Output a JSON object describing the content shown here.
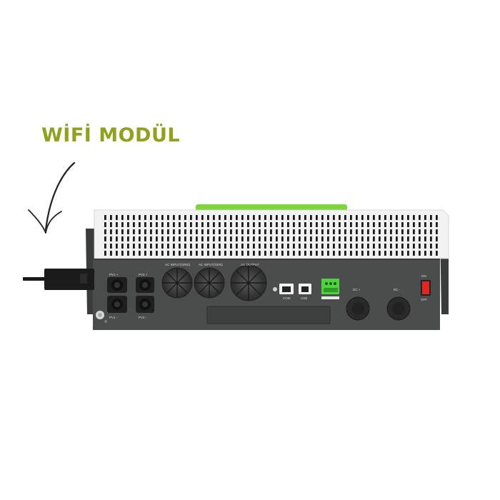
{
  "headline": "WİFİ MODÜL",
  "colors": {
    "brand_green": "#8fa11f",
    "window_green": "#7fd63c",
    "panel": "#4b4d4c",
    "cover": "#f2f2f2",
    "switch_red": "#e32620",
    "terminal_green": "#4fd23e"
  },
  "ports": {
    "pv1_pos": "PV1 +",
    "pv1_neg": "PV1 -",
    "pv2_pos": "PV2 +",
    "pv2_neg": "PV2 -",
    "ac_input_grid": "AC INPUT(GRID)",
    "ac_input_gen": "AC INPUT(GEN)",
    "ac_output": "AC OUTPUT",
    "com": "COM",
    "usb": "USB",
    "dc_pos": "DC +",
    "dc_neg": "DC -",
    "switch_on": "ON",
    "switch_off": "OFF"
  },
  "icons": [
    "arrow-down-icon",
    "vent-grille",
    "cable-gland",
    "rj45-port",
    "usb-port",
    "power-switch",
    "ground-screw"
  ]
}
